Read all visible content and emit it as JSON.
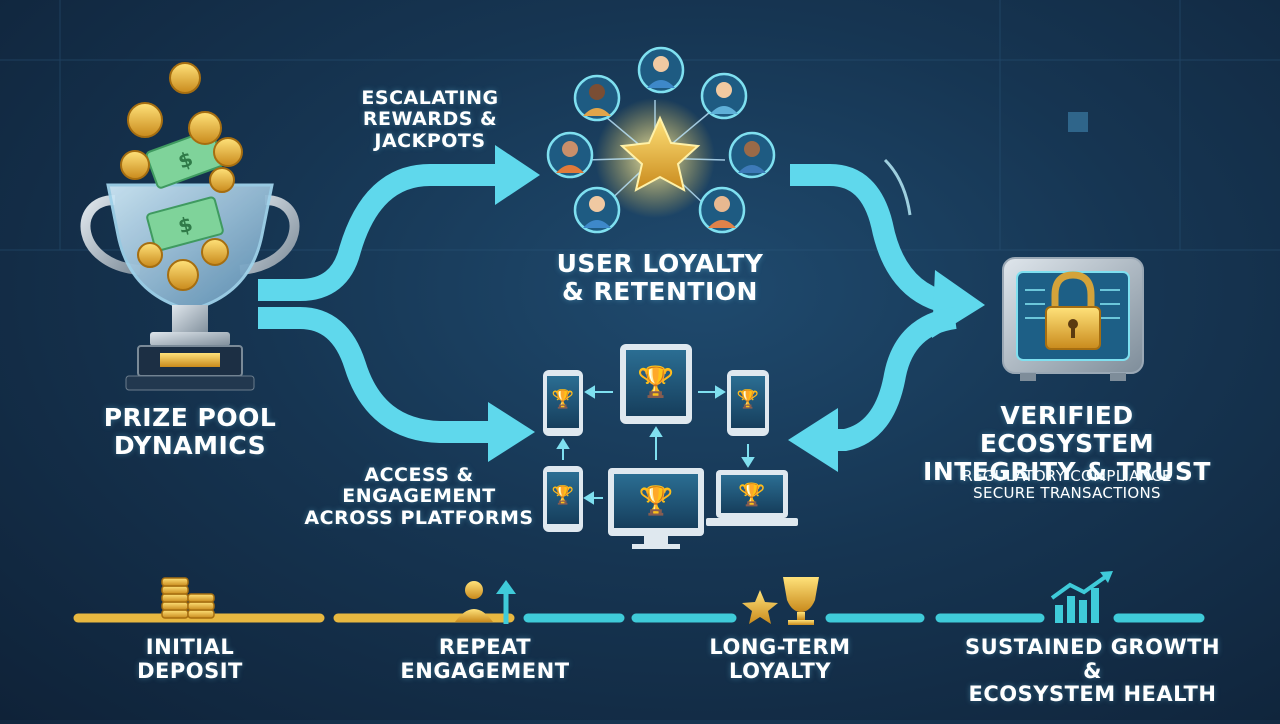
{
  "nodes": {
    "prize_pool": {
      "line1": "PRIZE POOL",
      "line2": "DYNAMICS"
    },
    "escalating": {
      "line1": "ESCALATING",
      "line2": "REWARDS &",
      "line3": "JACKPOTS"
    },
    "loyalty": {
      "line1": "USER LOYALTY",
      "line2": "& RETENTION"
    },
    "access": {
      "line1": "ACCESS &",
      "line2": "ENGAGEMENT",
      "line3": "ACROSS PLATFORMS"
    },
    "verified": {
      "line1": "VERIFIED ECOSYSTEM",
      "line2": "INTEGRITY & TRUST",
      "sub1": "REGULATORY COMPLIANCE",
      "sub2": "SECURE TRANSACTIONS"
    }
  },
  "timeline": [
    {
      "line1": "INITIAL",
      "line2": "DEPOSIT",
      "icon": "coin-stack-icon"
    },
    {
      "line1": "REPEAT",
      "line2": "ENGAGEMENT",
      "icon": "user-growth-icon"
    },
    {
      "line1": "LONG-TERM",
      "line2": "LOYALTY",
      "icon": "star-trophy-icon"
    },
    {
      "line1": "SUSTAINED GROWTH &",
      "line2": "ECOSYSTEM HEALTH",
      "icon": "growth-chart-icon"
    }
  ],
  "colors": {
    "flow": "#5fd8ec",
    "gold": "#e8b840",
    "teal_line": "#3fcbd9",
    "text": "#ffffff"
  }
}
